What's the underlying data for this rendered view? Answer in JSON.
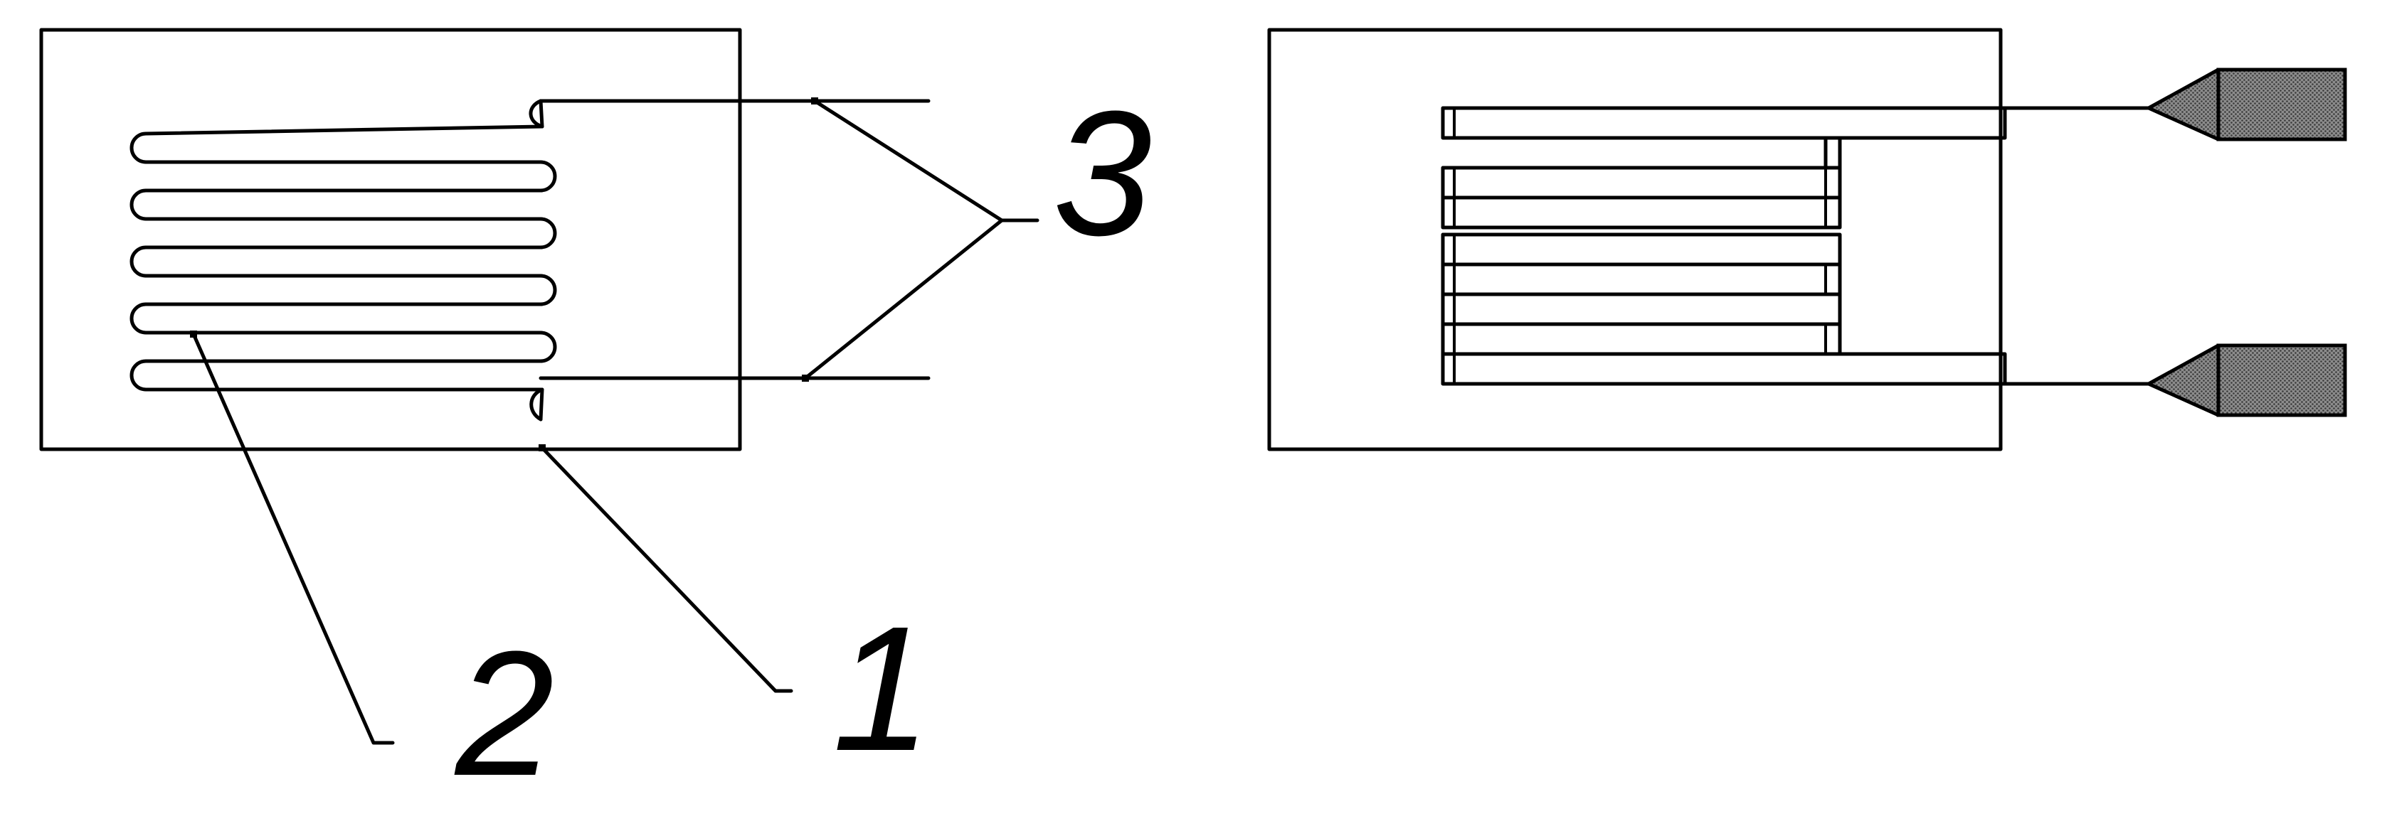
{
  "diagram": {
    "left_figure": {
      "labels": [
        {
          "id": "label-3",
          "text": "3"
        },
        {
          "id": "label-2",
          "text": "2"
        },
        {
          "id": "label-1",
          "text": "1"
        }
      ]
    },
    "right_figure": {},
    "colors": {
      "line": "#000000",
      "terminal_fill": "#8c8c8c",
      "background": "#ffffff"
    }
  }
}
